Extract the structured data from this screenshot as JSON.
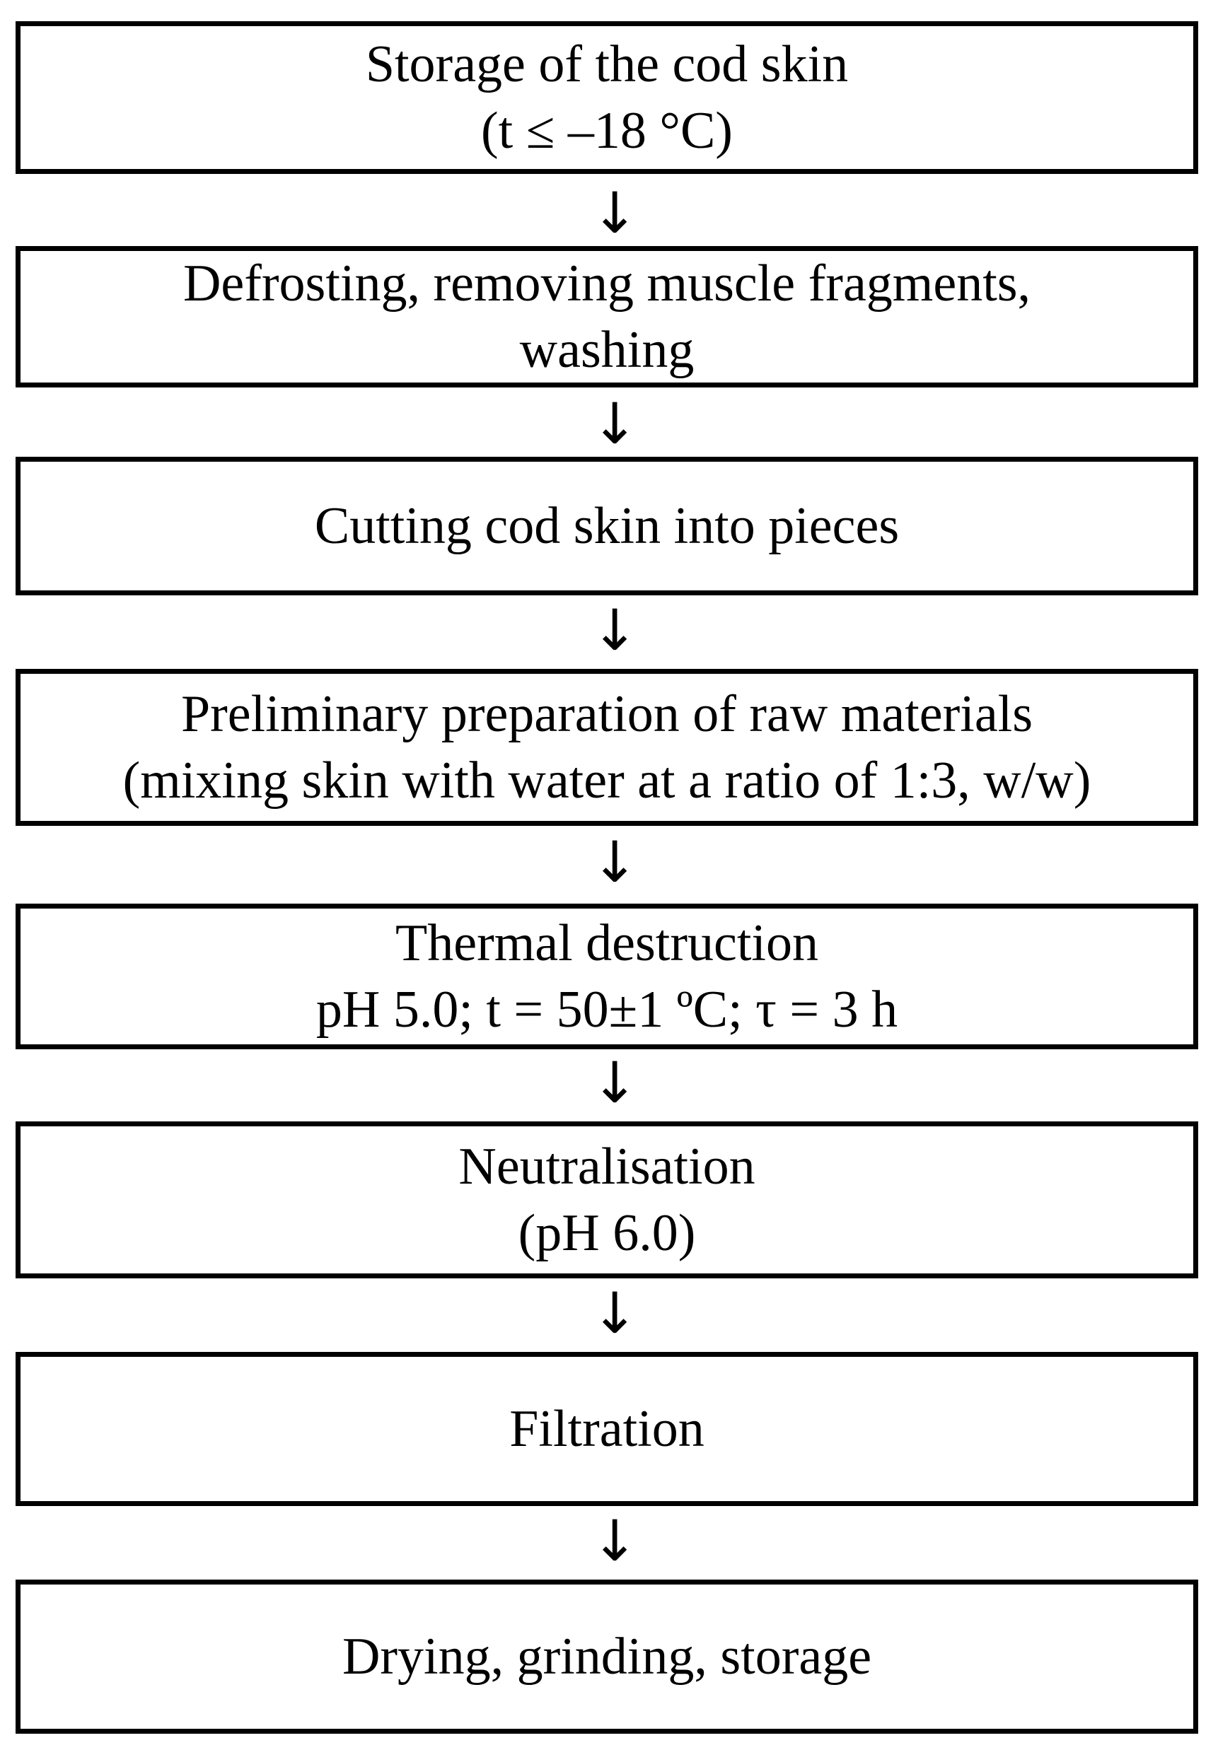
{
  "flowchart": {
    "arrow_glyph": "↓",
    "steps": [
      {
        "lines": [
          "Storage of the cod skin",
          "(t ≤ –18 °C)"
        ]
      },
      {
        "lines": [
          "Defrosting, removing muscle fragments,",
          "washing"
        ]
      },
      {
        "lines": [
          "Cutting cod skin into pieces"
        ]
      },
      {
        "lines": [
          "Preliminary preparation of raw materials",
          "(mixing skin with water at a ratio of 1:3, w/w)"
        ]
      },
      {
        "lines": [
          "Thermal destruction",
          "pH 5.0; t = 50±1 ºC; τ = 3 h"
        ]
      },
      {
        "lines": [
          "Neutralisation",
          "(pH 6.0)"
        ]
      },
      {
        "lines": [
          "Filtration"
        ]
      },
      {
        "lines": [
          "Drying, grinding, storage"
        ]
      }
    ]
  }
}
